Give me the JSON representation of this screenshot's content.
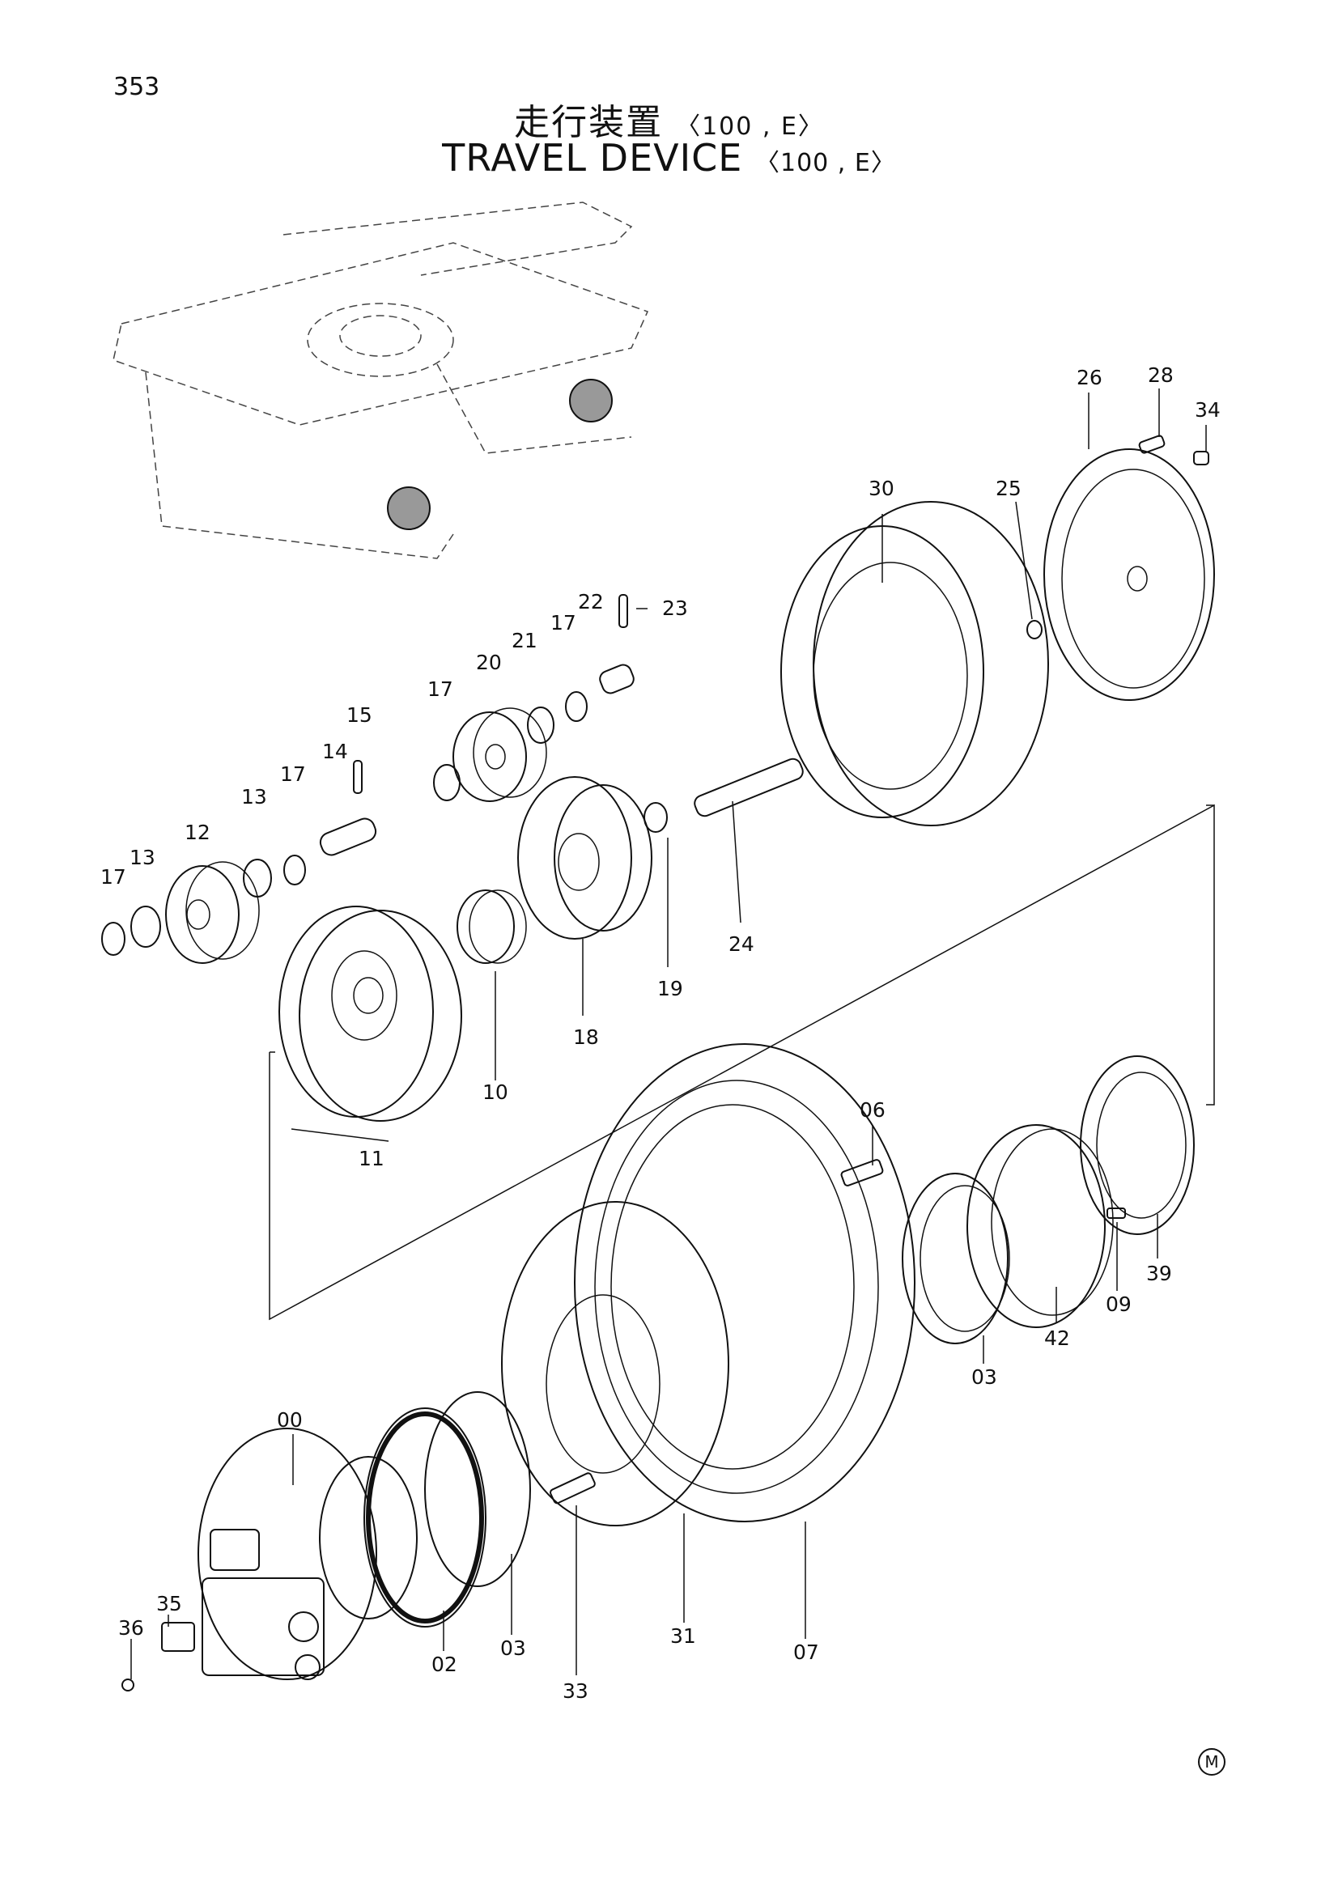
{
  "page_number": "353",
  "title": {
    "jp": "走行装置",
    "jp_suffix": "〈100 , E〉",
    "en": "TRAVEL DEVICE",
    "en_suffix": "〈100 , E〉"
  },
  "corner_mark": "M",
  "callouts": [
    "00",
    "02",
    "03",
    "03",
    "06",
    "07",
    "09",
    "10",
    "11",
    "12",
    "13",
    "13",
    "14",
    "15",
    "17",
    "17",
    "17",
    "17",
    "18",
    "19",
    "20",
    "21",
    "22",
    "23",
    "24",
    "25",
    "26",
    "28",
    "30",
    "31",
    "33",
    "34",
    "35",
    "36",
    "39",
    "42"
  ]
}
